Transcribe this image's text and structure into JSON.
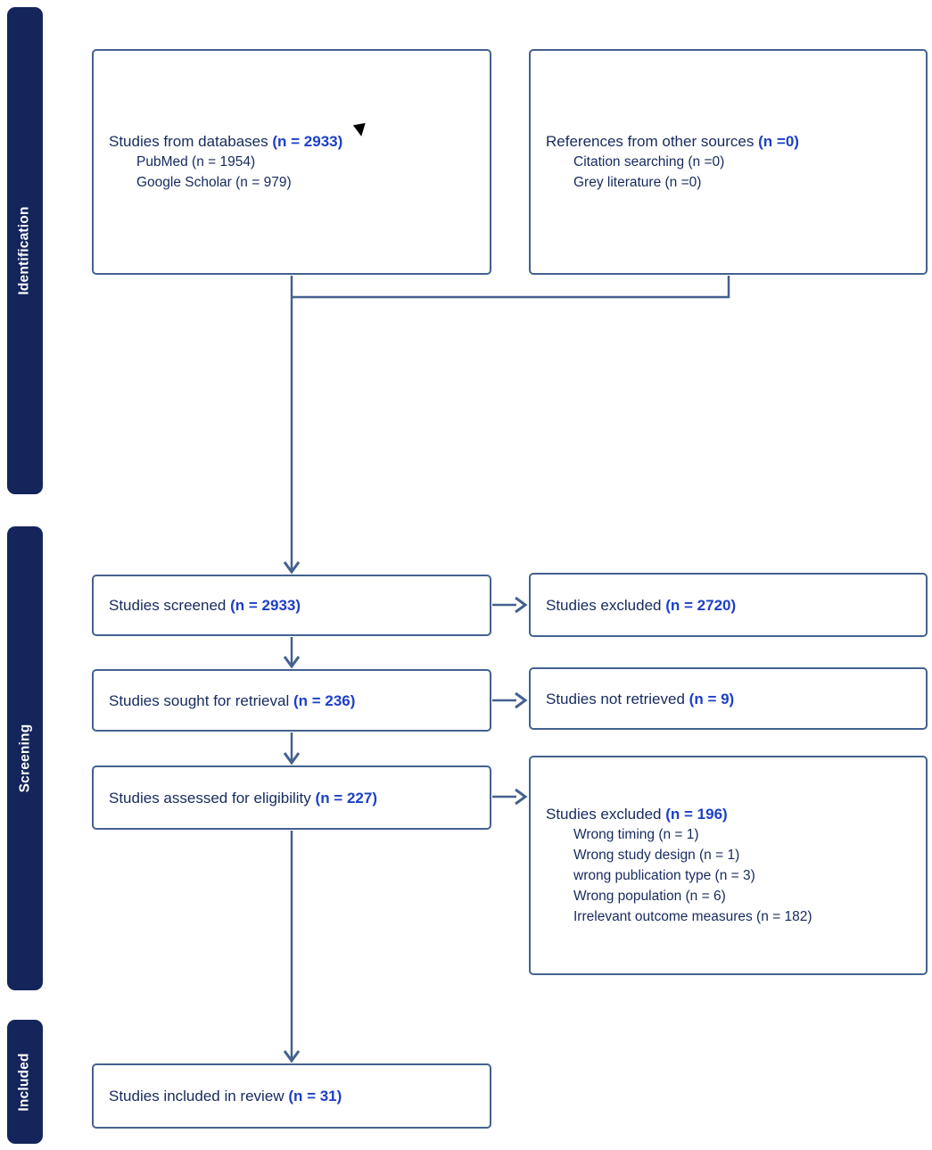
{
  "palette": {
    "navy": "#172a5e",
    "blue": "#1c40c6",
    "line": "#44618f",
    "bar": "#14255c",
    "paper": "#ffffff"
  },
  "sidebar": {
    "stages": [
      {
        "label": "Identification"
      },
      {
        "label": "Screening"
      },
      {
        "label": "Included"
      }
    ]
  },
  "flow": {
    "databases": {
      "title": "Studies from databases",
      "n": "(n = 2933)",
      "items": [
        "PubMed (n = 1954)",
        "Google Scholar (n = 979)"
      ]
    },
    "other_sources": {
      "title": "References from other sources",
      "n": "(n =0)",
      "items": [
        "Citation searching (n =0)",
        "Grey literature (n =0)"
      ]
    },
    "screened": {
      "title": "Studies screened",
      "n": "(n = 2933)"
    },
    "excluded_screened": {
      "title": "Studies excluded",
      "n": "(n = 2720)"
    },
    "sought": {
      "title": "Studies sought for retrieval",
      "n": "(n = 236)"
    },
    "not_retrieved": {
      "title": "Studies not retrieved",
      "n": "(n = 9)"
    },
    "assessed": {
      "title": "Studies assessed for eligibility",
      "n": "(n = 227)"
    },
    "excluded_assessed": {
      "title": "Studies excluded",
      "n": "(n = 196)",
      "items": [
        "Wrong timing (n = 1)",
        "Wrong study design (n = 1)",
        "wrong publication type (n = 3)",
        "Wrong population (n = 6)",
        "Irrelevant outcome measures (n = 182)"
      ]
    },
    "included": {
      "title": "Studies included in review",
      "n": "(n = 31)"
    }
  },
  "icons": {
    "pointer_marker": {
      "shape": "filled-triangle-down",
      "color": "#000000"
    }
  }
}
